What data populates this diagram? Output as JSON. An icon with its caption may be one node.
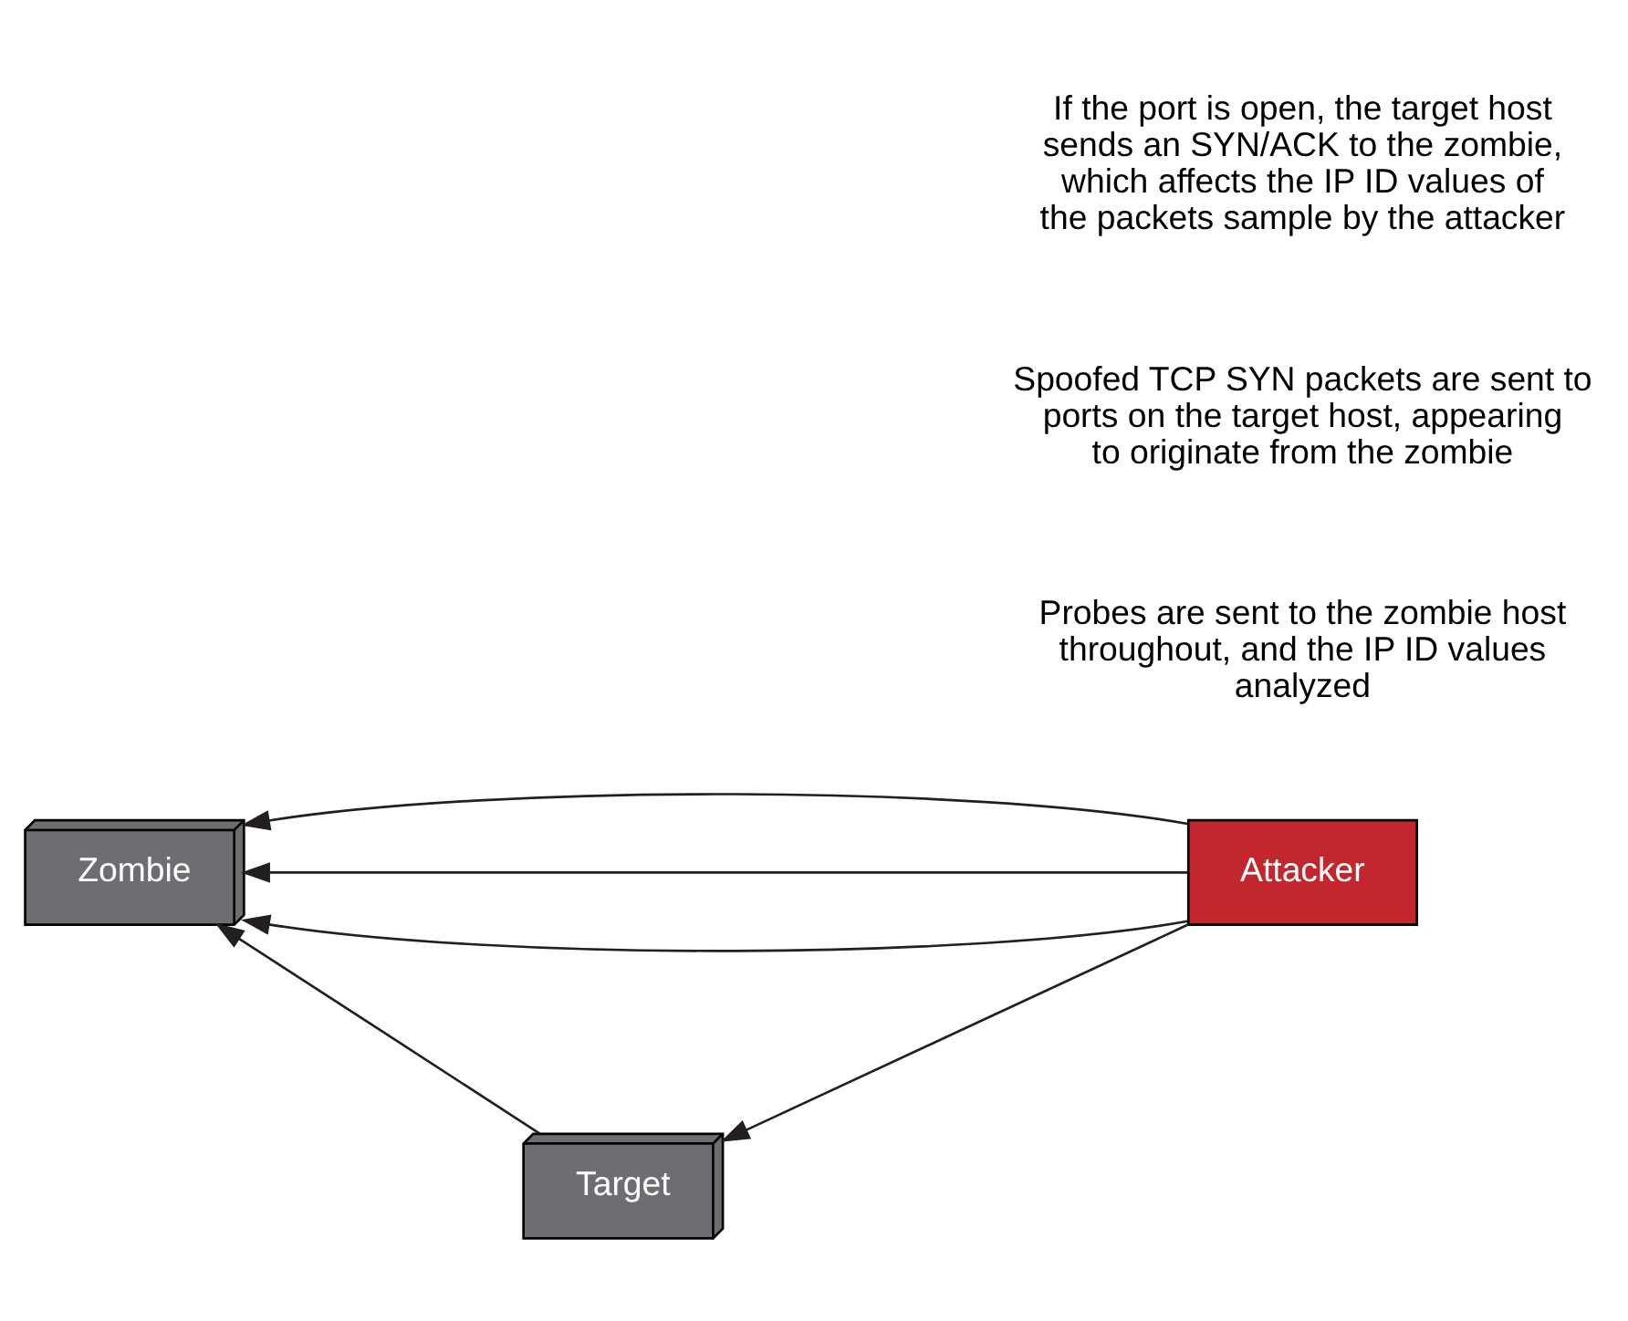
{
  "diagram": {
    "nodes": [
      {
        "text": [
          "Attacker"
        ]
      },
      {
        "text": [
          "Zombie"
        ]
      },
      {
        "text": [
          "Target"
        ]
      }
    ],
    "edges": [
      {
        "from": 0,
        "to": 1,
        "arrow": "to"
      },
      {
        "from": 0,
        "to": 1,
        "arrow": "to"
      },
      {
        "from": 0,
        "to": 1,
        "arrow": "to"
      },
      {
        "from": 0,
        "to": 2,
        "arrow": "to"
      },
      {
        "from": 2,
        "to": 1,
        "arrow": "to"
      }
    ],
    "labels": [
      "Probes are sent to the zombie host throughout, and the IP ID values analyzed",
      "Spoofed TCP SYN packets are sent to ports on the target host, appearing to originate from the zombie",
      "If the port is open, the target host sends an SYN/ACK to the zombie, which affects the IP ID values of the packets sample by the attacker"
    ]
  }
}
